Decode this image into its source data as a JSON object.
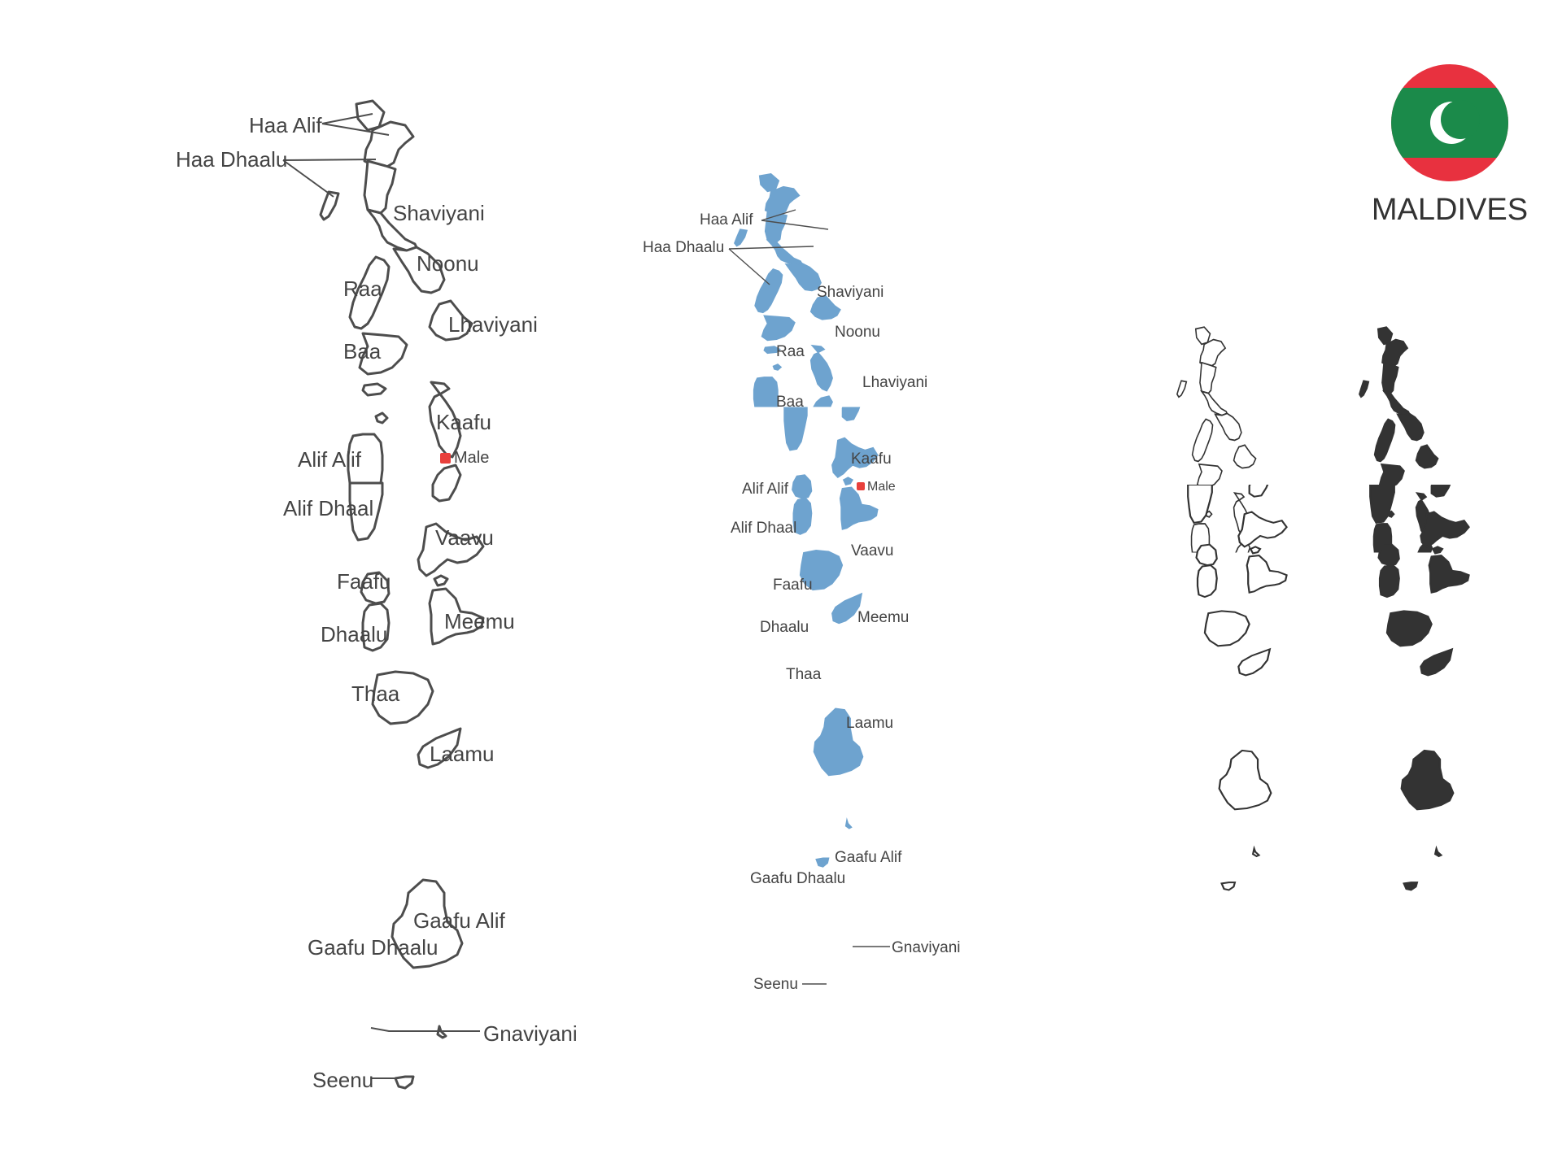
{
  "title": "MALDIVES",
  "colors": {
    "outline": "#4d4d4d",
    "blue_fill": "#6ea3cf",
    "dark_fill": "#333333",
    "capital_marker": "#e8403c",
    "flag_red": "#e8313f",
    "flag_green": "#1b8a4a",
    "flag_crescent": "#ffffff"
  },
  "flag": {
    "country": "Maldives",
    "icon": "maldives-flag-icon"
  },
  "capital": "Male",
  "regions": {
    "haa_alif": "Haa Alif",
    "haa_dhaalu": "Haa Dhaalu",
    "shaviyani": "Shaviyani",
    "noonu": "Noonu",
    "raa": "Raa",
    "lhaviyani": "Lhaviyani",
    "baa": "Baa",
    "kaafu": "Kaafu",
    "alif_alif": "Alif Alif",
    "alif_dhaal": "Alif Dhaal",
    "vaavu": "Vaavu",
    "faafu": "Faafu",
    "meemu": "Meemu",
    "dhaalu": "Dhaalu",
    "thaa": "Thaa",
    "laamu": "Laamu",
    "gaafu_alif": "Gaafu Alif",
    "gaafu_dhaalu": "Gaafu Dhaalu",
    "gnaviyani": "Gnaviyani",
    "seenu": "Seenu"
  }
}
